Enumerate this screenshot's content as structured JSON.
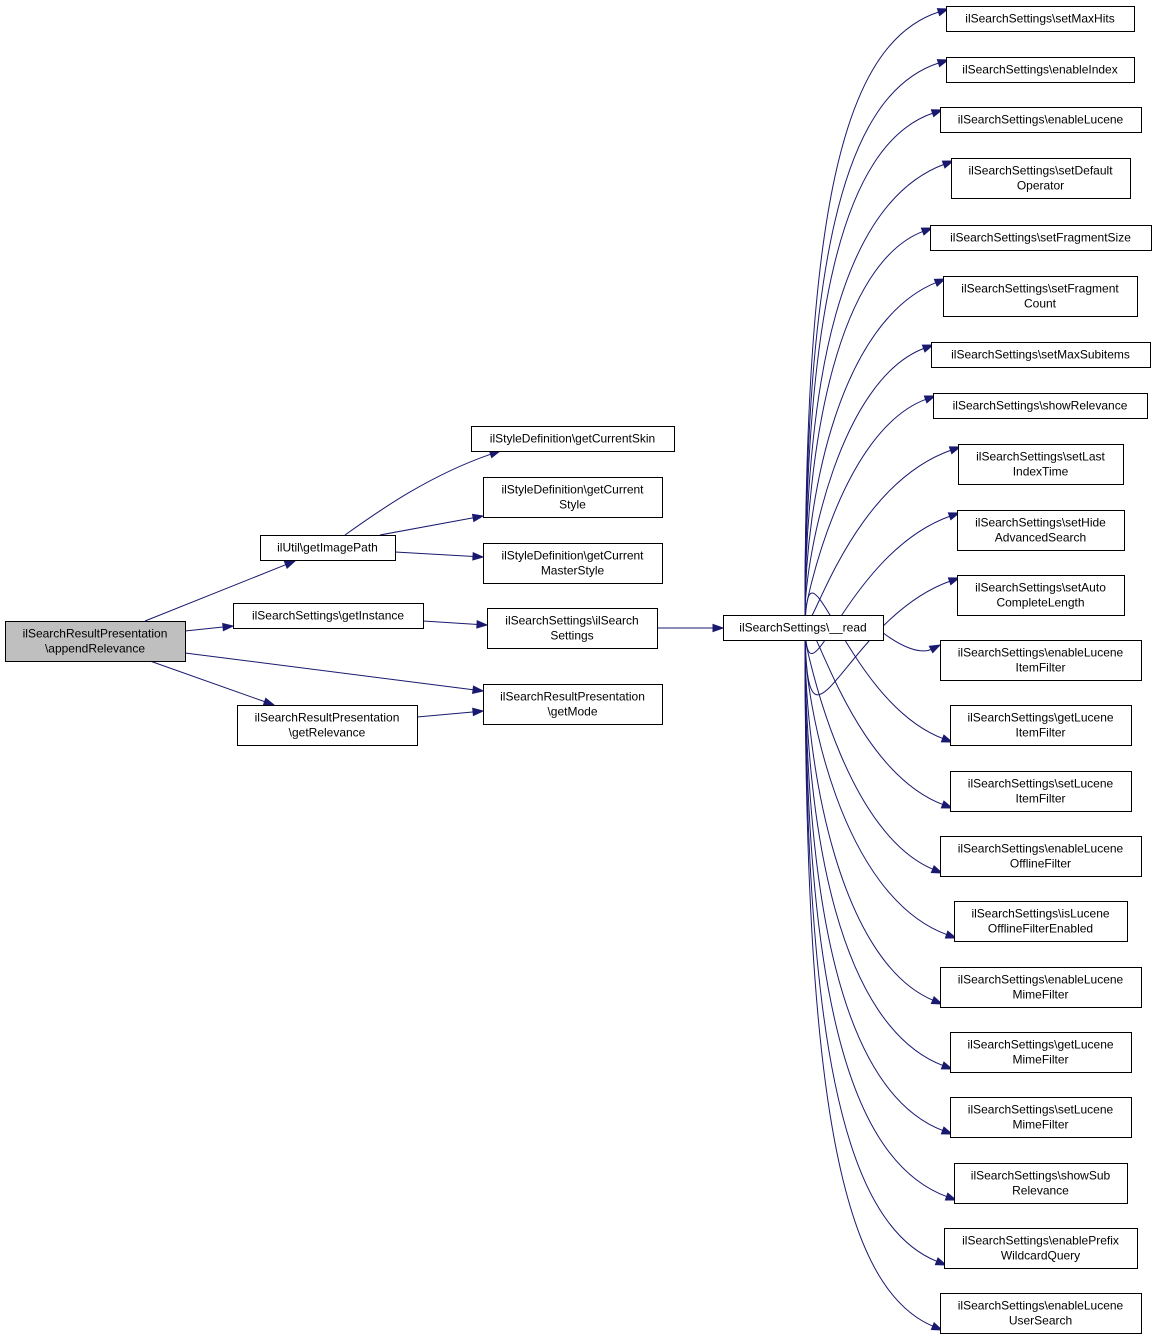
{
  "diagram": {
    "type": "call-graph",
    "colors": {
      "edge": "#191970",
      "root_fill": "#bfbfbf",
      "node_fill": "#ffffff",
      "node_border": "#000000"
    },
    "nodes": [
      {
        "id": "root",
        "lines": [
          "ilSearchResultPresentation",
          "\\appendRelevance"
        ],
        "root": true
      },
      {
        "id": "getImagePath",
        "lines": [
          "ilUtil\\getImagePath"
        ]
      },
      {
        "id": "getInstance",
        "lines": [
          "ilSearchSettings\\getInstance"
        ]
      },
      {
        "id": "getRelevance",
        "lines": [
          "ilSearchResultPresentation",
          "\\getRelevance"
        ]
      },
      {
        "id": "getCurrentSkin",
        "lines": [
          "ilStyleDefinition\\getCurrentSkin"
        ]
      },
      {
        "id": "getCurrentStyle",
        "lines": [
          "ilStyleDefinition\\getCurrent",
          "Style"
        ]
      },
      {
        "id": "getCurrentMasterStyle",
        "lines": [
          "ilStyleDefinition\\getCurrent",
          "MasterStyle"
        ]
      },
      {
        "id": "ctor",
        "lines": [
          "ilSearchSettings\\ilSearch",
          "Settings"
        ]
      },
      {
        "id": "getMode",
        "lines": [
          "ilSearchResultPresentation",
          "\\getMode"
        ]
      },
      {
        "id": "read",
        "lines": [
          "ilSearchSettings\\__read"
        ]
      },
      {
        "id": "setMaxHits",
        "lines": [
          "ilSearchSettings\\setMaxHits"
        ]
      },
      {
        "id": "enableIndex",
        "lines": [
          "ilSearchSettings\\enableIndex"
        ]
      },
      {
        "id": "enableLucene",
        "lines": [
          "ilSearchSettings\\enableLucene"
        ]
      },
      {
        "id": "setDefaultOperator",
        "lines": [
          "ilSearchSettings\\setDefault",
          "Operator"
        ]
      },
      {
        "id": "setFragmentSize",
        "lines": [
          "ilSearchSettings\\setFragmentSize"
        ]
      },
      {
        "id": "setFragmentCount",
        "lines": [
          "ilSearchSettings\\setFragment",
          "Count"
        ]
      },
      {
        "id": "setMaxSubitems",
        "lines": [
          "ilSearchSettings\\setMaxSubitems"
        ]
      },
      {
        "id": "showRelevance",
        "lines": [
          "ilSearchSettings\\showRelevance"
        ]
      },
      {
        "id": "setLastIndexTime",
        "lines": [
          "ilSearchSettings\\setLast",
          "IndexTime"
        ]
      },
      {
        "id": "setHideAdvancedSearch",
        "lines": [
          "ilSearchSettings\\setHide",
          "AdvancedSearch"
        ]
      },
      {
        "id": "setAutoCompleteLength",
        "lines": [
          "ilSearchSettings\\setAuto",
          "CompleteLength"
        ]
      },
      {
        "id": "enableLuceneItemFilter",
        "lines": [
          "ilSearchSettings\\enableLucene",
          "ItemFilter"
        ]
      },
      {
        "id": "getLuceneItemFilter",
        "lines": [
          "ilSearchSettings\\getLucene",
          "ItemFilter"
        ]
      },
      {
        "id": "setLuceneItemFilter",
        "lines": [
          "ilSearchSettings\\setLucene",
          "ItemFilter"
        ]
      },
      {
        "id": "enableLuceneOfflineFilter",
        "lines": [
          "ilSearchSettings\\enableLucene",
          "OfflineFilter"
        ]
      },
      {
        "id": "isLuceneOfflineFilterEnabled",
        "lines": [
          "ilSearchSettings\\isLucene",
          "OfflineFilterEnabled"
        ]
      },
      {
        "id": "enableLuceneMimeFilter",
        "lines": [
          "ilSearchSettings\\enableLucene",
          "MimeFilter"
        ]
      },
      {
        "id": "getLuceneMimeFilter",
        "lines": [
          "ilSearchSettings\\getLucene",
          "MimeFilter"
        ]
      },
      {
        "id": "setLuceneMimeFilter",
        "lines": [
          "ilSearchSettings\\setLucene",
          "MimeFilter"
        ]
      },
      {
        "id": "showSubRelevance",
        "lines": [
          "ilSearchSettings\\showSub",
          "Relevance"
        ]
      },
      {
        "id": "enablePrefixWildcardQuery",
        "lines": [
          "ilSearchSettings\\enablePrefix",
          "WildcardQuery"
        ]
      },
      {
        "id": "enableLuceneUserSearch",
        "lines": [
          "ilSearchSettings\\enableLucene",
          "UserSearch"
        ]
      }
    ],
    "edges": [
      [
        "root",
        "getImagePath"
      ],
      [
        "root",
        "getInstance"
      ],
      [
        "root",
        "getMode"
      ],
      [
        "root",
        "getRelevance"
      ],
      [
        "getImagePath",
        "getCurrentSkin"
      ],
      [
        "getImagePath",
        "getCurrentStyle"
      ],
      [
        "getImagePath",
        "getCurrentMasterStyle"
      ],
      [
        "getInstance",
        "ctor"
      ],
      [
        "getRelevance",
        "getMode"
      ],
      [
        "ctor",
        "read"
      ],
      [
        "read",
        "setMaxHits"
      ],
      [
        "read",
        "enableIndex"
      ],
      [
        "read",
        "enableLucene"
      ],
      [
        "read",
        "setDefaultOperator"
      ],
      [
        "read",
        "setFragmentSize"
      ],
      [
        "read",
        "setFragmentCount"
      ],
      [
        "read",
        "setMaxSubitems"
      ],
      [
        "read",
        "showRelevance"
      ],
      [
        "read",
        "setLastIndexTime"
      ],
      [
        "read",
        "setHideAdvancedSearch"
      ],
      [
        "read",
        "setAutoCompleteLength"
      ],
      [
        "read",
        "enableLuceneItemFilter"
      ],
      [
        "read",
        "getLuceneItemFilter"
      ],
      [
        "read",
        "setLuceneItemFilter"
      ],
      [
        "read",
        "enableLuceneOfflineFilter"
      ],
      [
        "read",
        "isLuceneOfflineFilterEnabled"
      ],
      [
        "read",
        "enableLuceneMimeFilter"
      ],
      [
        "read",
        "getLuceneMimeFilter"
      ],
      [
        "read",
        "setLuceneMimeFilter"
      ],
      [
        "read",
        "showSubRelevance"
      ],
      [
        "read",
        "enablePrefixWildcardQuery"
      ],
      [
        "read",
        "enableLuceneUserSearch"
      ]
    ]
  }
}
